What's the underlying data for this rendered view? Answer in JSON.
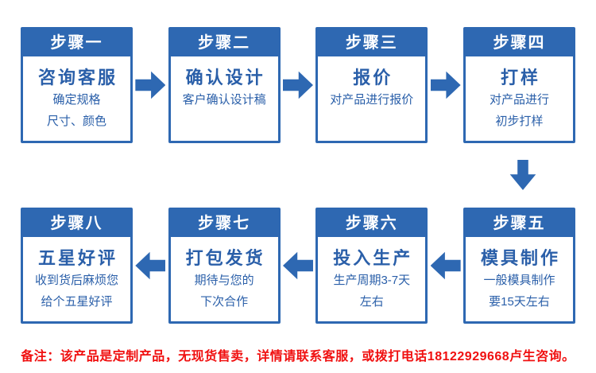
{
  "colors": {
    "primary_blue": "#2e68b2",
    "text_blue": "#2a5fa9",
    "note_red": "#f01010",
    "background": "#ffffff"
  },
  "steps": [
    {
      "header": "步骤一",
      "title": "咨询客服",
      "lines": [
        "确定规格",
        "尺寸、颜色"
      ]
    },
    {
      "header": "步骤二",
      "title": "确认设计",
      "lines": [
        "客户确认设计稿"
      ]
    },
    {
      "header": "步骤三",
      "title": "报价",
      "lines": [
        "对产品进行报价"
      ]
    },
    {
      "header": "步骤四",
      "title": "打样",
      "lines": [
        "对产品进行",
        "初步打样"
      ]
    },
    {
      "header": "步骤五",
      "title": "模具制作",
      "lines": [
        "一般模具制作",
        "要15天左右"
      ]
    },
    {
      "header": "步骤六",
      "title": "投入生产",
      "lines": [
        "生产周期3-7天",
        "左右"
      ]
    },
    {
      "header": "步骤七",
      "title": "打包发货",
      "lines": [
        "期待与您的",
        "下次合作"
      ]
    },
    {
      "header": "步骤八",
      "title": "五星好评",
      "lines": [
        "收到货后麻烦您",
        "给个五星好评"
      ]
    }
  ],
  "note": {
    "text": "备注：该产品是定制产品，无现货售卖，详情请联系客服，或拨打电话18122929668卢生咨询。"
  }
}
